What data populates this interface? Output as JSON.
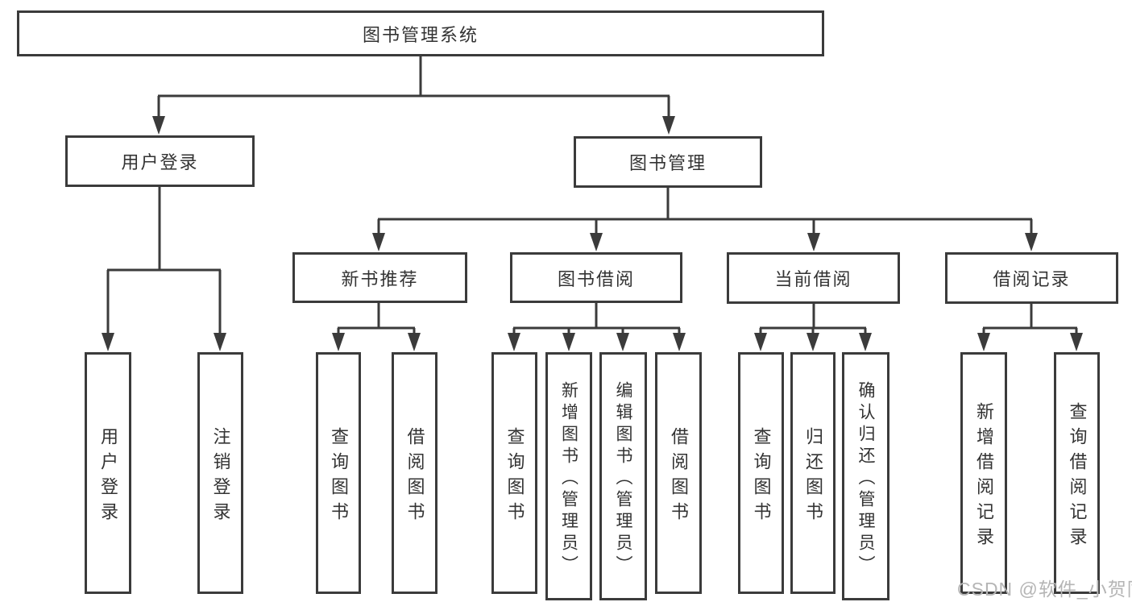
{
  "diagram": {
    "root": {
      "label": "图书管理系统"
    },
    "branches": [
      {
        "label": "用户登录",
        "children": [
          {
            "label": "用户登录"
          },
          {
            "label": "注销登录"
          }
        ]
      },
      {
        "label": "图书管理",
        "children": [
          {
            "label": "新书推荐",
            "children": [
              {
                "label": "查询图书"
              },
              {
                "label": "借阅图书"
              }
            ]
          },
          {
            "label": "图书借阅",
            "children": [
              {
                "label": "查询图书"
              },
              {
                "label": "新增图书（管理员）"
              },
              {
                "label": "编辑图书（管理员）"
              },
              {
                "label": "借阅图书"
              }
            ]
          },
          {
            "label": "当前借阅",
            "children": [
              {
                "label": "查询图书"
              },
              {
                "label": "归还图书"
              },
              {
                "label": "确认归还（管理员）"
              }
            ]
          },
          {
            "label": "借阅记录",
            "children": [
              {
                "label": "新增借阅记录"
              },
              {
                "label": "查询借阅记录"
              }
            ]
          }
        ]
      }
    ]
  },
  "watermark": {
    "text": "CSDN @软件_小贺同学",
    "color": "#b5b5b5"
  },
  "colors": {
    "line": "#3b3b3b",
    "text": "#333333",
    "background": "#ffffff"
  }
}
